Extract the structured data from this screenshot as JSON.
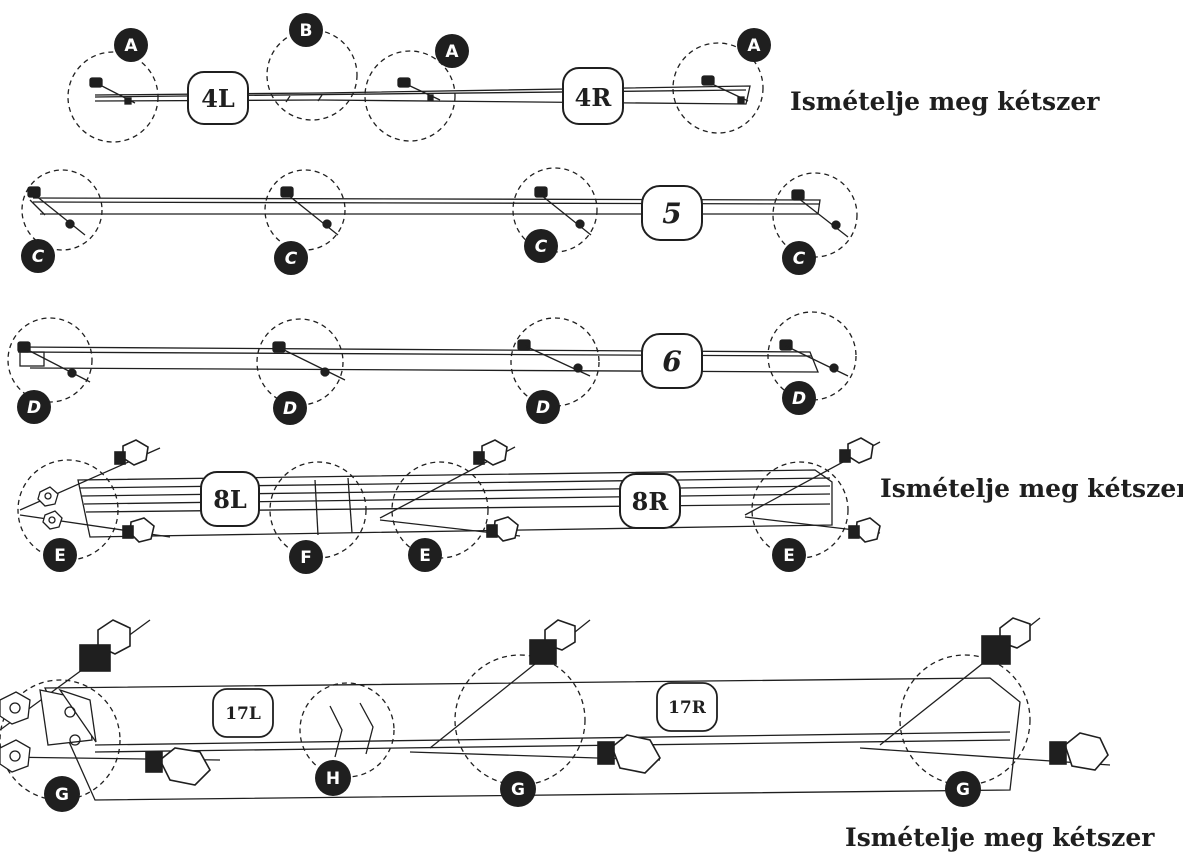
{
  "repeat_notes": [
    "Ismételje meg kétszer",
    "Ismételje meg kétszer",
    "Ismételje meg kétszer"
  ],
  "part_labels": [
    "4L",
    "4R",
    "5",
    "6",
    "8L",
    "8R",
    "17L",
    "17R"
  ],
  "detail_letters": {
    "a": "A",
    "b": "B",
    "c": "C",
    "d": "D",
    "e": "E",
    "f": "F",
    "g": "G",
    "h": "H"
  },
  "colors": {
    "ink": "#1f1f1f",
    "background": "#ffffff"
  }
}
